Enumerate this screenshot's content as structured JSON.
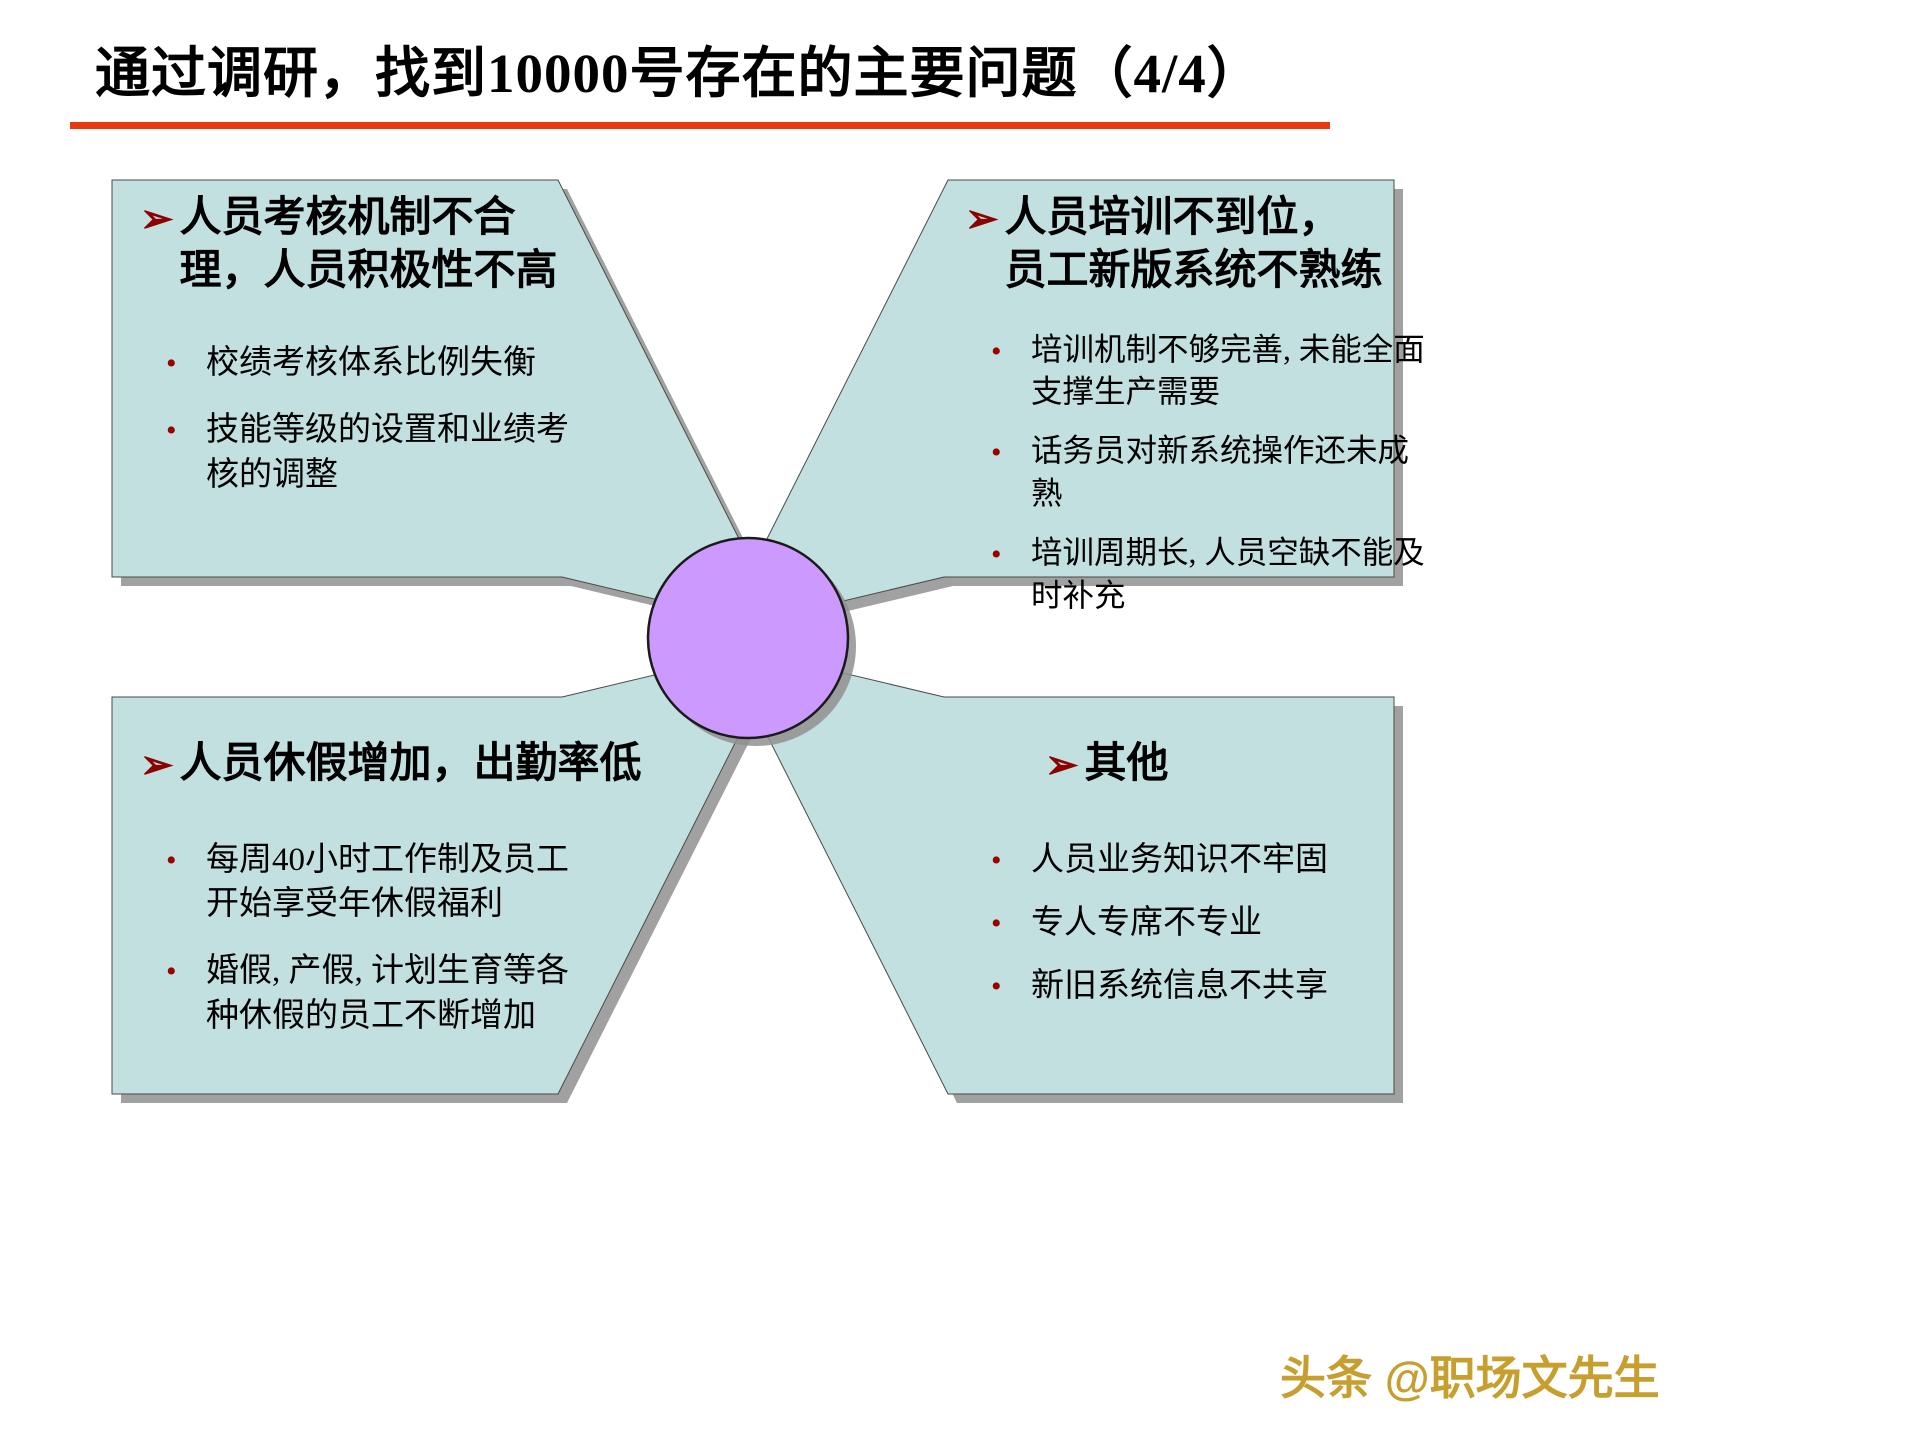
{
  "title": "通过调研，找到10000号存在的主要问题（4/4）",
  "glyphs": {
    "arrow": "➢",
    "dot": "•"
  },
  "colors": {
    "accent_line": "#E8380F",
    "shape_fill": "#C2E0DF",
    "shape_shadow": "#909090",
    "circle_fill": "#CC99FF",
    "bullet": "#990000",
    "watermark": "#C79F2F"
  },
  "quadrants": [
    {
      "position": "top-left",
      "heading": "人员考核机制不合\n理，人员积极性不高",
      "bullets": [
        "校绩考核体系比例失衡",
        "技能等级的设置和业绩考\n核的调整"
      ]
    },
    {
      "position": "top-right",
      "heading": "人员培训不到位，\n员工新版系统不熟练",
      "bullets": [
        "培训机制不够完善, 未能全面\n支撑生产需要",
        "话务员对新系统操作还未成熟",
        "培训周期长, 人员空缺不能及\n时补充"
      ]
    },
    {
      "position": "bottom-left",
      "heading": "人员休假增加，出勤率低",
      "bullets": [
        "每周40小时工作制及员工\n开始享受年休假福利",
        "婚假, 产假, 计划生育等各\n种休假的员工不断增加"
      ]
    },
    {
      "position": "bottom-right",
      "heading": "其他",
      "bullets": [
        "人员业务知识不牢固",
        "专人专席不专业",
        "新旧系统信息不共享"
      ]
    }
  ],
  "watermark": {
    "text": "头条 @职场文先生"
  }
}
